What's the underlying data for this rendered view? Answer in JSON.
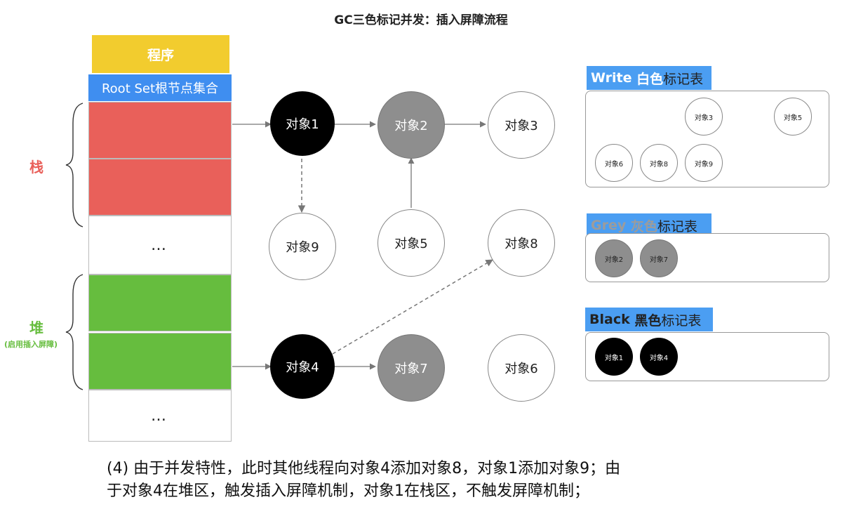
{
  "title": "GC三色标记并发：插入屏障流程",
  "stack": {
    "program_label": "程序",
    "root_label": "Root Set根节点集合",
    "ellipsis_1": "…",
    "ellipsis_2": "…",
    "stack_label": "栈",
    "heap_label": "堆",
    "heap_note": "(启用插入屏障)"
  },
  "nodes": {
    "obj1": "对象1",
    "obj2": "对象2",
    "obj3": "对象3",
    "obj4": "对象4",
    "obj5": "对象5",
    "obj6": "对象6",
    "obj7": "对象7",
    "obj8": "对象8",
    "obj9": "对象9"
  },
  "tables": {
    "white": {
      "name_en": "Write",
      "name_cn_color": "白色",
      "name_suffix": "标记表",
      "items": [
        "对象3",
        "对象5",
        "对象6",
        "对象8",
        "对象9"
      ]
    },
    "grey": {
      "name_en": "Grey",
      "name_cn_color": "灰色",
      "name_suffix": "标记表",
      "items": [
        "对象2",
        "对象7"
      ]
    },
    "black": {
      "name_en": "Black",
      "name_cn_color": "黑色",
      "name_suffix": "标记表",
      "items": [
        "对象1",
        "对象4"
      ]
    }
  },
  "caption": {
    "line1": "(4) 由于并发特性，此时其他线程向对象4添加对象8，对象1添加对象9；由",
    "line2": "于对象4在堆区，触发插入屏障机制，对象1在栈区，不触发屏障机制；"
  },
  "colors": {
    "program": "#f2cc2e",
    "root": "#3f8ef0",
    "stack": "#e9605a",
    "heap": "#66bd3e",
    "table_header": "#4b9ef2",
    "black_node": "#000000",
    "grey_node": "#8e8e8e"
  }
}
